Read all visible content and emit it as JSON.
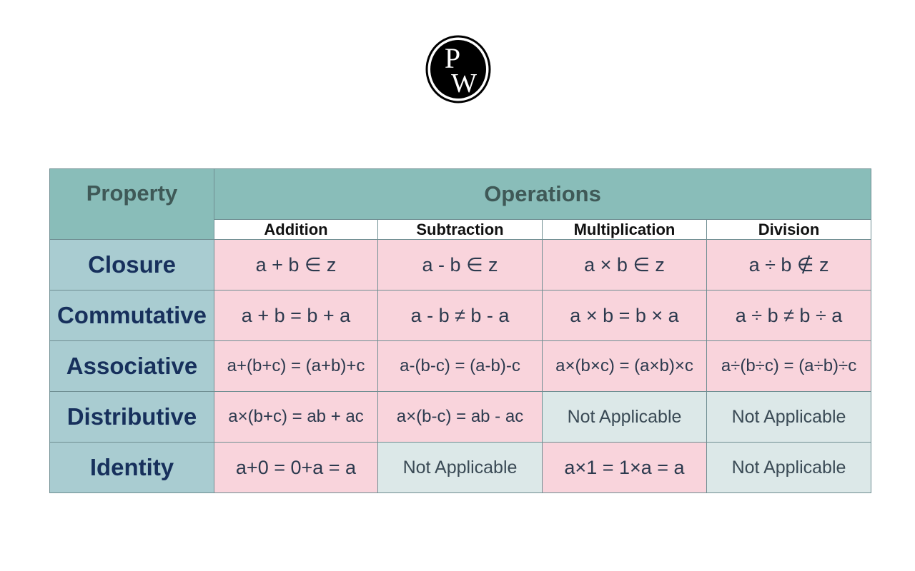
{
  "logo": {
    "icon": "pw-logo-icon",
    "text": "PW"
  },
  "colors": {
    "header_bg": "#89bdb9",
    "property_bg": "#a9ccd1",
    "applicable_bg": "#f9d4dc",
    "not_applicable_bg": "#dce8e8",
    "property_text": "#17305c"
  },
  "table": {
    "header_property": "Property",
    "header_operations": "Operations",
    "columns": [
      "Addition",
      "Subtraction",
      "Multiplication",
      "Division"
    ],
    "rows": [
      {
        "property": "Closure",
        "cells": [
          {
            "text": "a + b ∈ z",
            "applicable": true
          },
          {
            "text": "a - b ∈ z",
            "applicable": true
          },
          {
            "text": "a × b ∈ z",
            "applicable": true
          },
          {
            "text": "a ÷ b ∉ z",
            "applicable": true
          }
        ]
      },
      {
        "property": "Commutative",
        "cells": [
          {
            "text": "a + b = b + a",
            "applicable": true
          },
          {
            "text": "a - b ≠ b - a",
            "applicable": true
          },
          {
            "text": "a × b = b × a",
            "applicable": true
          },
          {
            "text": "a ÷ b ≠ b ÷ a",
            "applicable": true
          }
        ]
      },
      {
        "property": "Associative",
        "cells": [
          {
            "text": "a+(b+c) = (a+b)+c",
            "applicable": true
          },
          {
            "text": "a-(b-c) = (a-b)-c",
            "applicable": true
          },
          {
            "text": "a×(b×c) = (a×b)×c",
            "applicable": true
          },
          {
            "text": "a÷(b÷c) = (a÷b)÷c",
            "applicable": true
          }
        ]
      },
      {
        "property": "Distributive",
        "cells": [
          {
            "text": "a×(b+c) = ab + ac",
            "applicable": true
          },
          {
            "text": "a×(b-c) = ab - ac",
            "applicable": true
          },
          {
            "text": "Not Applicable",
            "applicable": false
          },
          {
            "text": "Not Applicable",
            "applicable": false
          }
        ]
      },
      {
        "property": "Identity",
        "cells": [
          {
            "text": "a+0 = 0+a = a",
            "applicable": true
          },
          {
            "text": "Not Applicable",
            "applicable": false
          },
          {
            "text": "a×1 = 1×a = a",
            "applicable": true
          },
          {
            "text": "Not Applicable",
            "applicable": false
          }
        ]
      }
    ]
  }
}
